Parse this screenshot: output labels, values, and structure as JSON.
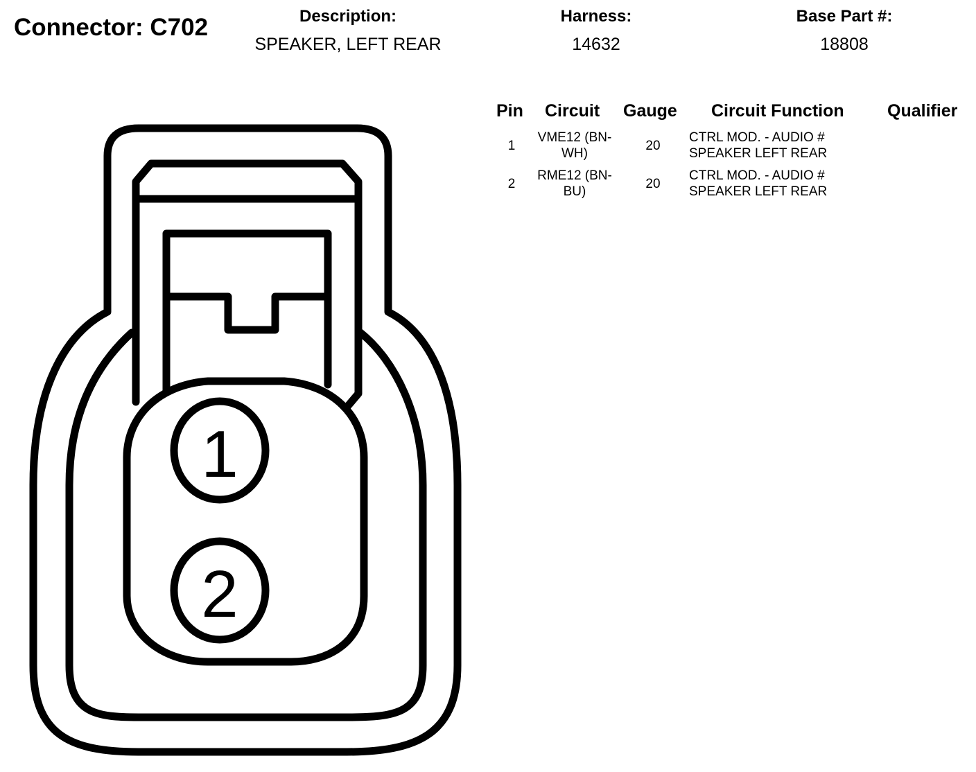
{
  "connector": {
    "title": "Connector: C702"
  },
  "header": {
    "description_label": "Description:",
    "description_value": "SPEAKER, LEFT REAR",
    "harness_label": "Harness:",
    "harness_value": "14632",
    "base_part_label": "Base Part #:",
    "base_part_value": "18808"
  },
  "table": {
    "columns": [
      "Pin",
      "Circuit",
      "Gauge",
      "Circuit Function",
      "Qualifier"
    ],
    "rows": [
      {
        "pin": "1",
        "circuit_line1": "VME12 (BN-",
        "circuit_line2": "WH)",
        "gauge": "20",
        "function_line1": "CTRL MOD. - AUDIO #",
        "function_line2": "SPEAKER LEFT REAR",
        "qualifier": ""
      },
      {
        "pin": "2",
        "circuit_line1": "RME12 (BN-",
        "circuit_line2": "BU)",
        "gauge": "20",
        "function_line1": "CTRL MOD. - AUDIO #",
        "function_line2": "SPEAKER LEFT REAR",
        "qualifier": ""
      }
    ]
  },
  "drawing": {
    "pin_labels": [
      "1",
      "2"
    ],
    "stroke_color": "#000000",
    "fill_color": "#ffffff"
  }
}
